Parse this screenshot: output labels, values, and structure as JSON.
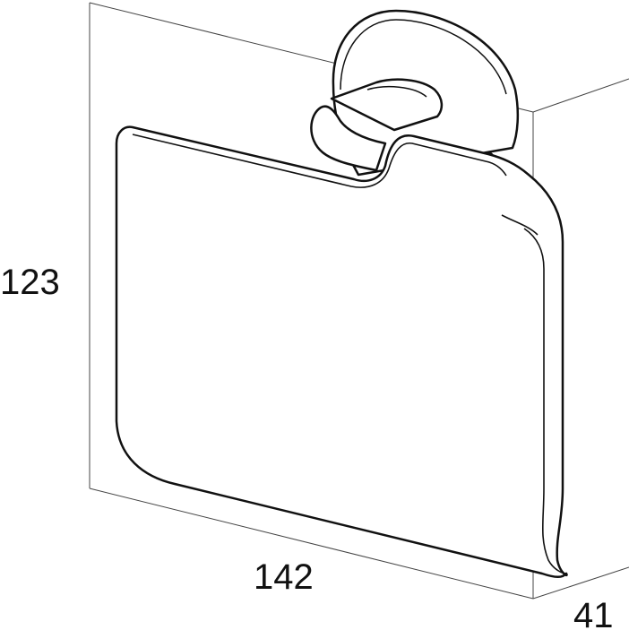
{
  "dimensions": {
    "height": "123",
    "width": "142",
    "depth": "41"
  },
  "colors": {
    "line": "#111111",
    "thin_line": "#444444",
    "background": "#ffffff"
  }
}
